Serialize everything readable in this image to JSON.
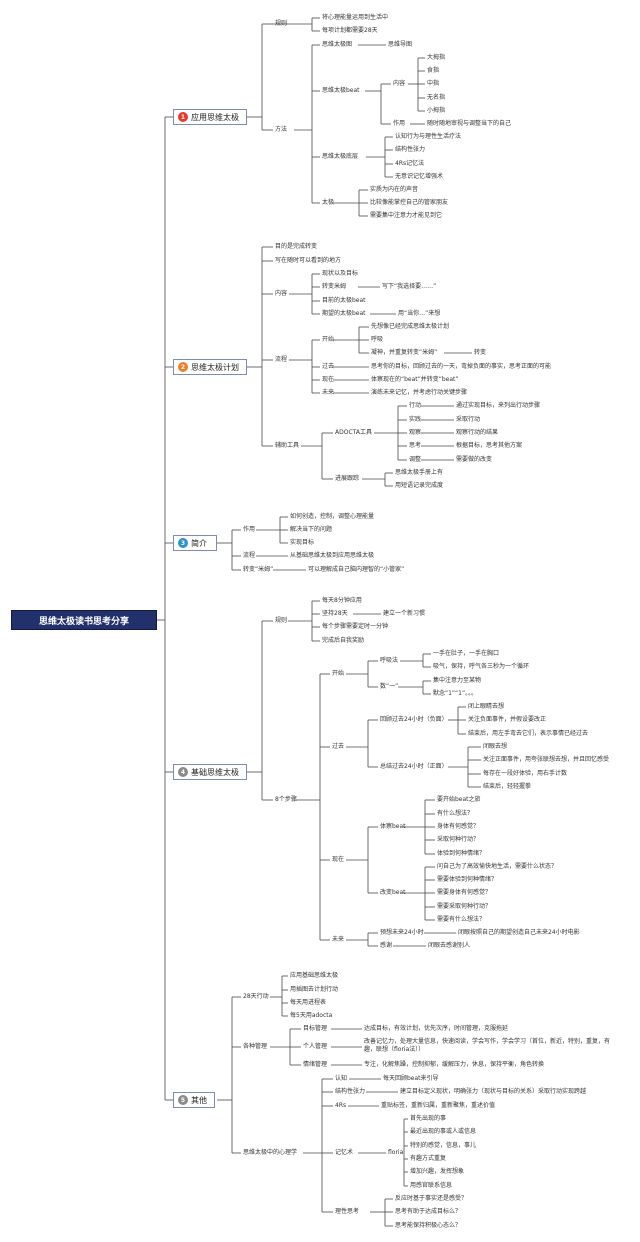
{
  "root": "思维太极读书思考分享",
  "colors": {
    "root_bg": "#22306b",
    "line": "#4a4a4a",
    "b1": "#e8392b",
    "b2": "#f07e26",
    "b3": "#2a93c8",
    "b4": "#8a8a8a",
    "b5": "#8a8a8a"
  },
  "b1": {
    "num": "1",
    "label": "应用思维太极",
    "rule": "规则",
    "rule1": "将心理能量运用到生活中",
    "rule2": "每项计划都需要28天",
    "method": "方法",
    "mindmap": "思维太极图",
    "mindmap_val": "思维导图",
    "beat": "思维太极beat",
    "content": "内容",
    "f1": "大拇指",
    "f2": "食指",
    "f3": "中指",
    "f4": "无名指",
    "f5": "小拇指",
    "effect": "作用",
    "effect_val": "随时随地审视与调整当下的自己",
    "core": "思维太极底层",
    "c1": "认知行为与理性生活疗法",
    "c2": "结构性张力",
    "c3": "4Rs记忆法",
    "c4": "无意识记忆增强术",
    "taiji": "太极",
    "t1": "实质为内在的声音",
    "t2": "比较像能掌控自己的管家朋友",
    "t3": "需要集中注意力才能见到它"
  },
  "b2": {
    "num": "2",
    "label": "思维太极计划",
    "p1": "目的是完成转变",
    "p2": "写在随时可以看到的地方",
    "content": "内容",
    "k1": "现状以及目标",
    "k2": "转变米姆",
    "k2_val": "写下“我选择要……”",
    "k3": "目前的太极beat",
    "k4": "期望的太极beat",
    "k4_val": "用“当你…”来想",
    "flow": "流程",
    "start": "开始",
    "s1": "先想像已经完成思维太极计划",
    "s2": "呼吸",
    "s3": "凝神，并重复转变“米姆”",
    "s3_val": "转变",
    "past": "过去",
    "past_val": "思考你的目标，回顾过去的一天，弯掉负面的事实，思考正面的可能",
    "now": "现在",
    "now_val": "体察现在的“beat”并转变“beat”",
    "future": "未来",
    "future_val": "演练未来记忆，并考虑行动关键步骤",
    "tools": "辅助工具",
    "adocta": "ADOCTA工具",
    "a1": "行动",
    "a1_val": "通过实现目标，来列出行动步骤",
    "a2": "实践",
    "a2_val": "采取行动",
    "a3": "观察",
    "a3_val": "观察行动的结果",
    "a4": "思考",
    "a4_val": "根据目标，思考其他方案",
    "a5": "调整",
    "a5_val": "需要做的改变",
    "track": "进展跟踪",
    "tr1": "思维太极手册上有",
    "tr2": "用短语记录完成度"
  },
  "b3": {
    "num": "3",
    "label": "简介",
    "role": "作用",
    "r1": "如何创造，控制，调整心理能量",
    "r2": "解决当下的问题",
    "r3": "实现目标",
    "flow": "流程",
    "flow_val": "从基础思维太极到应用思维太极",
    "meme": "转变“米姆”",
    "meme_val": "可以理解成自己脑内理智的“小管家”"
  },
  "b4": {
    "num": "4",
    "label": "基础思维太极",
    "rule": "规则",
    "rl1": "每天8分钟应用",
    "rl2": "坚持28天",
    "rl2_val": "建立一个新习惯",
    "rl3": "每个步骤需要定时一分钟",
    "rl4": "完成后自我奖励",
    "steps": "8个步骤",
    "start": "开始",
    "breath": "呼吸法",
    "br1": "一手在肚子，一手在胸口",
    "br2": "吸气，保持，呼气各三秒为一个循环",
    "count": "数“一”",
    "ct1": "集中注意力至某物",
    "ct2": "默念“1”“1”。。。",
    "past": "过去",
    "past1": "回顾过去24小时（负面）",
    "pa1": "闭上眼睛去想",
    "pa2": "关注负面事件，并假设要改正",
    "pa3": "结束后，用左手弯去它们，表示事情已经过去",
    "past2": "总结过去24小时（正面）",
    "pb1": "闭眼去想",
    "pb2": "关注正面事件，用夸张联想去想，并且回忆感受",
    "pb3": "每存在一段好体验，用右手计数",
    "pb4": "结束后，轻轻握拳",
    "now": "现在",
    "body": "体察beat",
    "bd1": "要开始beat之旅",
    "bd2": "有什么想法？",
    "bd3": "身体有何感觉？",
    "bd4": "采取何种行动？",
    "bd5": "体验到何种情绪？",
    "change": "改变beat",
    "cg1": "问自己为了高效愉快地生活，需要什么状态？",
    "cg2": "需要体验到何种情绪？",
    "cg3": "需要身体有何感觉？",
    "cg4": "需要采取何种行动？",
    "cg5": "需要有什么想法？",
    "future": "未来",
    "fut1": "预想未来24小时",
    "fut1_val": "闭眼按照自己的期望创造自己未来24小时电影",
    "fut2": "感谢",
    "fut2_val": "闭眼去感谢别人"
  },
  "b5": {
    "num": "5",
    "label": "其他",
    "d28": "28天行动",
    "d1": "应用基础思维太极",
    "d2": "用插图去计划行动",
    "d3": "每天用进程表",
    "d4": "每5天用adocta",
    "manage": "各种管理",
    "m1": "目标管理",
    "m1_val": "达成目标，有效计划，优先次序，时间管理，克服拖延",
    "m2": "个人管理",
    "m2_val": "改善记忆力，处理大量信息，快速阅读，学会写作，学会学习（首位，新近，特别，重复，有趣，联想（floria法））",
    "m3": "情绪管理",
    "m3_val": "专注，化解焦躁，控制抑郁，缓解压力，休息，保持平衡，角色转换",
    "psy": "思维太极中的心理学",
    "cog": "认知",
    "cog_val": "每天回顾beat来引导",
    "struct": "结构性张力",
    "struct_val": "建立目标定义现状，明确张力（现状与目标的关系）采取行动实现跨越",
    "rs": "4Rs",
    "rs_val": "重贴标签，重新归属，重新聚焦，重述价值",
    "memory": "记忆术",
    "floria": "floria",
    "fl1": "首先出现的事",
    "fl2": "最近出现的事或人或信息",
    "fl3": "特别的感觉，信息，事儿",
    "fl4": "有趣方式重复",
    "fl5": "增加兴趣，发挥想象",
    "fl6": "用感官联系信息",
    "reason": "理性思考",
    "re1": "反应时基于事实还是感受？",
    "re2": "思考有助于达成目标么？",
    "re3": "思考能保持积极心态么？"
  }
}
